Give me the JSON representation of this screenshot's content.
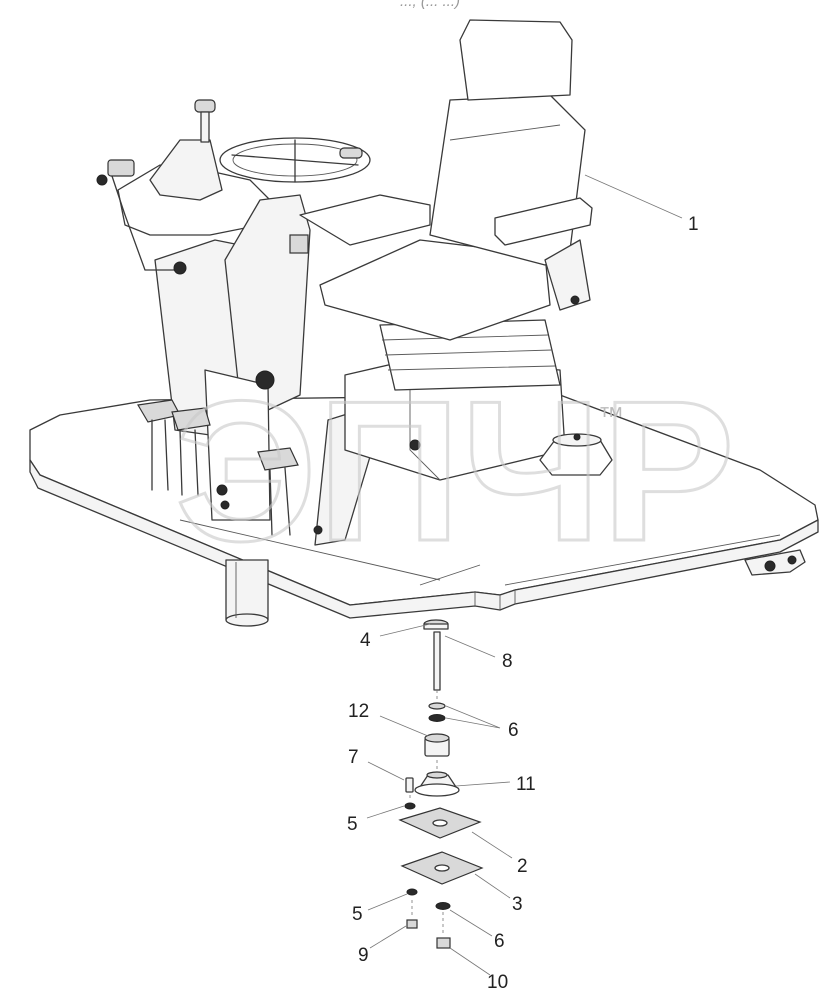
{
  "header": {
    "caption": "..., (... ...)"
  },
  "watermark": {
    "text": "ЭПЧР",
    "trademark": "™"
  },
  "callouts": [
    {
      "id": "callout-1",
      "text": "1"
    },
    {
      "id": "callout-2",
      "text": "2"
    },
    {
      "id": "callout-3",
      "text": "3"
    },
    {
      "id": "callout-4",
      "text": "4"
    },
    {
      "id": "callout-5a",
      "text": "5"
    },
    {
      "id": "callout-5b",
      "text": "5"
    },
    {
      "id": "callout-6a",
      "text": "6"
    },
    {
      "id": "callout-6b",
      "text": "6"
    },
    {
      "id": "callout-7",
      "text": "7"
    },
    {
      "id": "callout-8",
      "text": "8"
    },
    {
      "id": "callout-9",
      "text": "9"
    },
    {
      "id": "callout-10",
      "text": "10"
    },
    {
      "id": "callout-11",
      "text": "11"
    },
    {
      "id": "callout-12",
      "text": "12"
    }
  ]
}
